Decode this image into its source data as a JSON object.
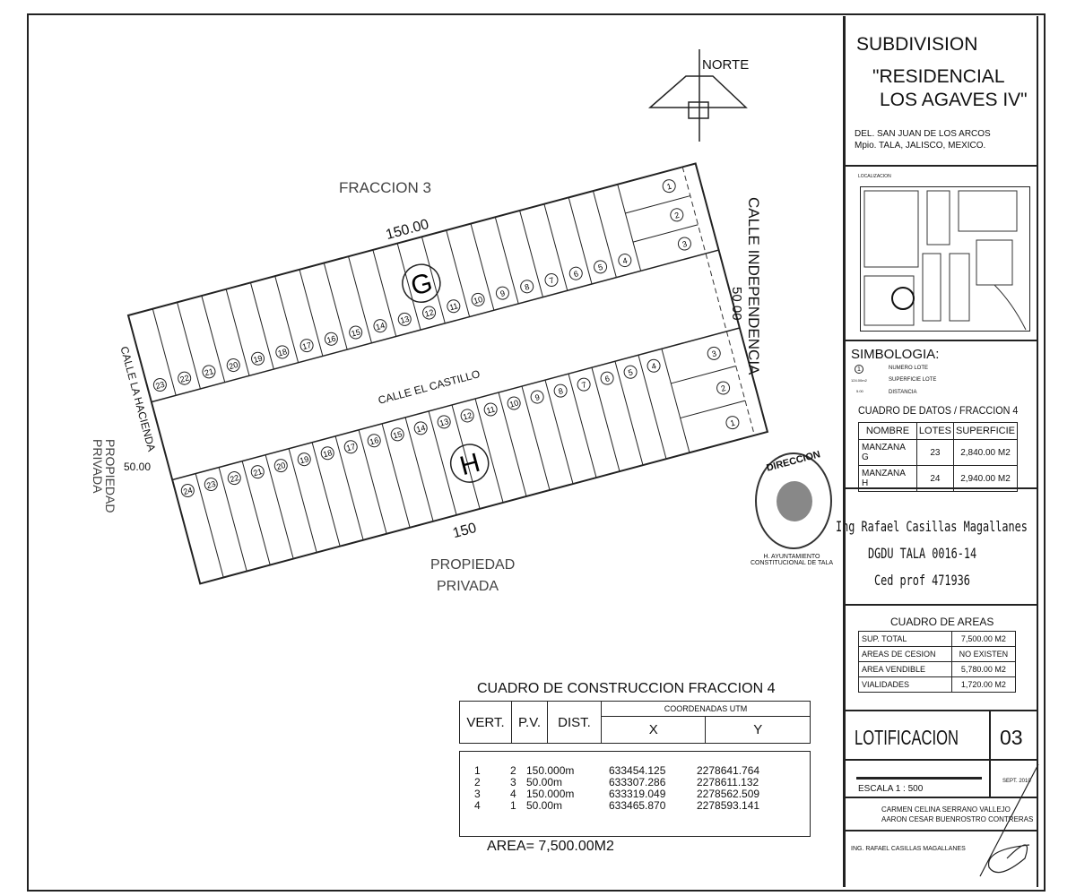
{
  "title_block": {
    "title_line1": "SUBDIVISION",
    "title_line2": "\"RESIDENCIAL",
    "title_line3": "LOS AGAVES IV\"",
    "location_line1": "DEL. SAN JUAN DE LOS ARCOS",
    "location_line2": "Mpio. TALA, JALISCO, MEXICO.",
    "localization_label": "LOCALIZACION",
    "symbology_title": "SIMBOLOGIA:",
    "symbology": [
      {
        "symbol": "1",
        "label": "NUMERO LOTE"
      },
      {
        "symbol": "124.00m2",
        "label": "SUPERFICIE LOTE"
      },
      {
        "symbol": "5.00",
        "label": "DISTANCIA"
      }
    ],
    "datos_title": "CUADRO DE DATOS / FRACCION 4",
    "datos_headers": [
      "NOMBRE",
      "LOTES",
      "SUPERFICIE"
    ],
    "datos_rows": [
      [
        "MANZANA G",
        "23",
        "2,840.00 M2"
      ],
      [
        "MANZANA H",
        "24",
        "2,940.00 M2"
      ]
    ],
    "signature_lines": [
      "Ing Rafael Casillas Magallanes",
      "DGDU TALA 0016-14",
      "Ced prof 471936"
    ],
    "areas_title": "CUADRO DE AREAS",
    "areas_rows": [
      [
        "SUP. TOTAL",
        "7,500.00 M2"
      ],
      [
        "AREAS DE CESION",
        "NO EXISTEN"
      ],
      [
        "AREA VENDIBLE",
        "5,780.00 M2"
      ],
      [
        "VIALIDADES",
        "1,720.00 M2"
      ]
    ],
    "sheet_name": "LOTIFICACION",
    "sheet_number": "03",
    "scale_label": "ESCALA 1 : 500",
    "date": "SEPT. 2010",
    "owners": [
      "CARMEN CELINA SERRANO VALLEJO",
      "AARON CESAR BUENROSTRO CONTRERAS"
    ],
    "designer": "ING. RAFAEL CASILLAS MAGALLANES"
  },
  "plan": {
    "north_label": "NORTE",
    "top_neighbor": "FRACCION 3",
    "top_length": "150.00",
    "right_street": "CALLE INDEPENDENCIA",
    "right_length": "50.00",
    "left_street": "CALLE LA HACIENDA",
    "left_length": "50.00",
    "left_neighbor": "PROPIEDAD PRIVADA",
    "bottom_length": "150",
    "bottom_neighbor_line1": "PROPIEDAD",
    "bottom_neighbor_line2": "PRIVADA",
    "center_street": "CALLE EL CASTILLO",
    "block_g": "G",
    "block_h": "H",
    "block_g_lots": [
      23,
      22,
      21,
      20,
      19,
      18,
      17,
      16,
      15,
      14,
      13,
      12,
      11,
      10,
      9,
      8,
      7,
      6,
      5,
      4
    ],
    "block_h_lots": [
      24,
      23,
      22,
      21,
      20,
      19,
      18,
      17,
      16,
      15,
      14,
      13,
      12,
      11,
      10,
      9,
      8,
      7,
      6,
      5,
      4
    ],
    "end_lots": [
      1,
      2,
      3
    ],
    "stamp_text": "DIRECCION",
    "stamp_caption": "H. AYUNTAMIENTO CONSTITUCIONAL DE TALA"
  },
  "construction_table": {
    "title": "CUADRO DE CONSTRUCCION FRACCION 4",
    "headers": [
      "VERT.",
      "P.V.",
      "DIST."
    ],
    "coords_header": "COORDENADAS UTM",
    "coord_cols": [
      "X",
      "Y"
    ],
    "rows": [
      [
        "1",
        "2",
        "150.000m",
        "633454.125",
        "2278641.764"
      ],
      [
        "2",
        "3",
        "50.00m",
        "633307.286",
        "2278611.132"
      ],
      [
        "3",
        "4",
        "150.000m",
        "633319.049",
        "2278562.509"
      ],
      [
        "4",
        "1",
        "50.00m",
        "633465.870",
        "2278593.141"
      ]
    ],
    "area": "AREA= 7,500.00M2"
  }
}
